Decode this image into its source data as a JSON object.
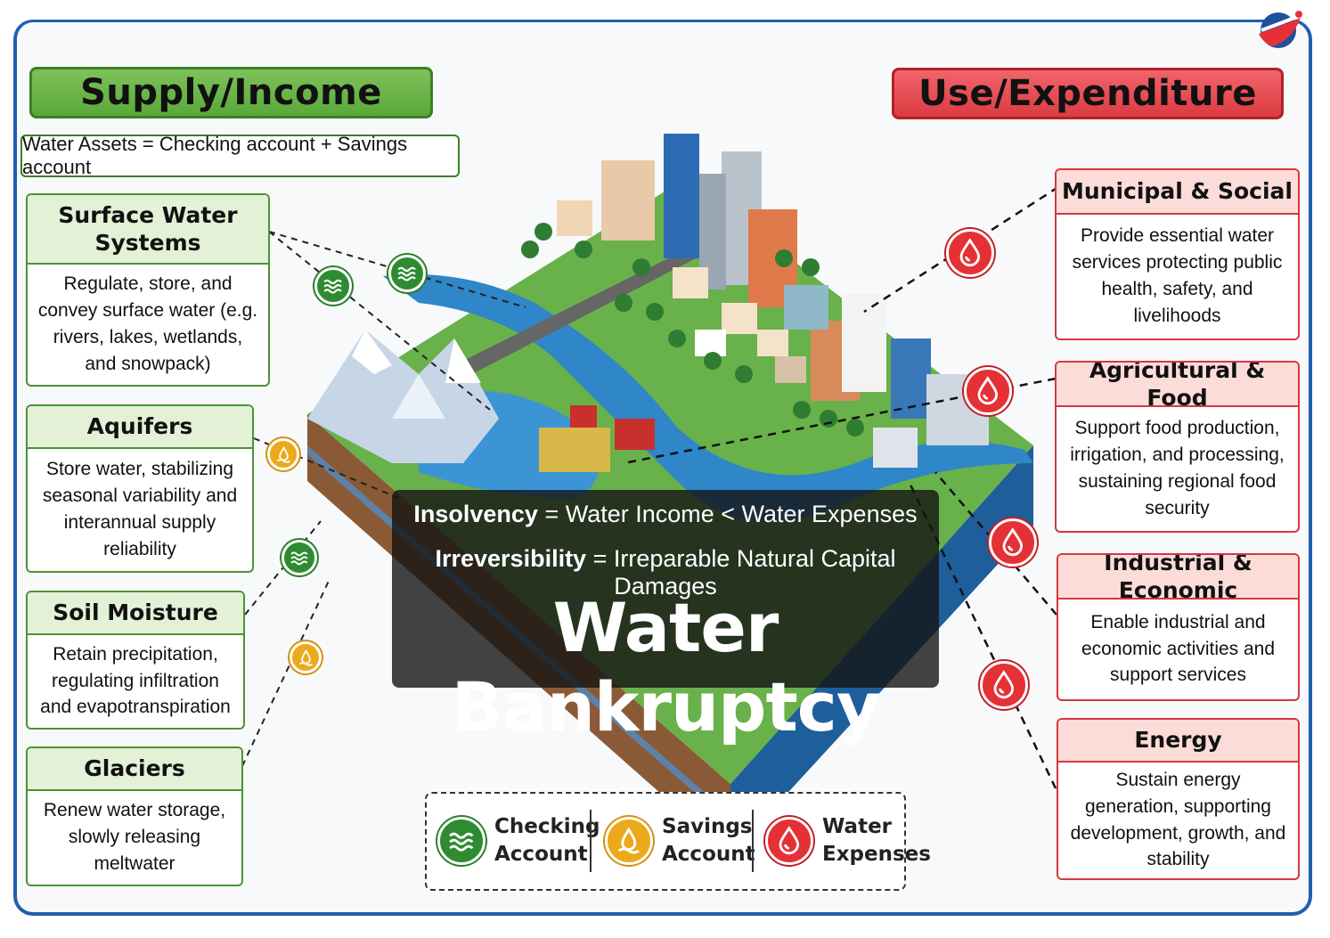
{
  "supply": {
    "header": "Supply/Income",
    "assets_equation": "Water Assets = Checking account + Savings account",
    "cards": [
      {
        "title": "Surface Water Systems",
        "body": "Regulate, store, and convey surface water (e.g. rivers, lakes, wetlands, and snowpack)",
        "icon": "checking-account-icon"
      },
      {
        "title": "Aquifers",
        "body": "Store water, stabilizing seasonal variability and interannual supply reliability",
        "icon": "savings-account-icon"
      },
      {
        "title": "Soil Moisture",
        "body": "Retain precipitation, regulating infiltration and evapotranspiration",
        "icon": "checking-account-icon"
      },
      {
        "title": "Glaciers",
        "body": "Renew water storage, slowly releasing meltwater",
        "icon": "savings-account-icon"
      }
    ]
  },
  "use": {
    "header": "Use/Expenditure",
    "cards": [
      {
        "title": "Municipal & Social",
        "body": "Provide essential water services protecting public health, safety, and livelihoods",
        "icon": "water-expense-icon"
      },
      {
        "title": "Agricultural & Food",
        "body": "Support food production, irrigation, and processing, sustaining regional food security",
        "icon": "water-expense-icon"
      },
      {
        "title": "Industrial & Economic",
        "body": "Enable industrial and economic activities and support services",
        "icon": "water-expense-icon"
      },
      {
        "title": "Energy",
        "body": "Sustain energy generation, supporting development, growth, and stability",
        "icon": "water-expense-icon"
      }
    ]
  },
  "center": {
    "insolvency_term": "Insolvency",
    "insolvency_def": " = Water Income < Water Expenses",
    "irreversibility_term": "Irreversibility",
    "irreversibility_def": " = Irreparable Natural Capital Damages",
    "title": "Water Bankruptcy"
  },
  "legend": {
    "items": [
      {
        "label_line1": "Checking",
        "label_line2": "Account",
        "icon": "checking-account-icon",
        "color": "#2e8b32"
      },
      {
        "label_line1": "Savings",
        "label_line2": "Account",
        "icon": "savings-account-icon",
        "color": "#eca91c"
      },
      {
        "label_line1": "Water",
        "label_line2": "Expenses",
        "icon": "water-expense-icon",
        "color": "#e53036"
      }
    ]
  },
  "colors": {
    "supply": "#5aa83a",
    "use": "#dc3b42",
    "frame": "#1f5fae",
    "checking": "#2e8b32",
    "savings": "#eca91c",
    "expense": "#e53036"
  }
}
